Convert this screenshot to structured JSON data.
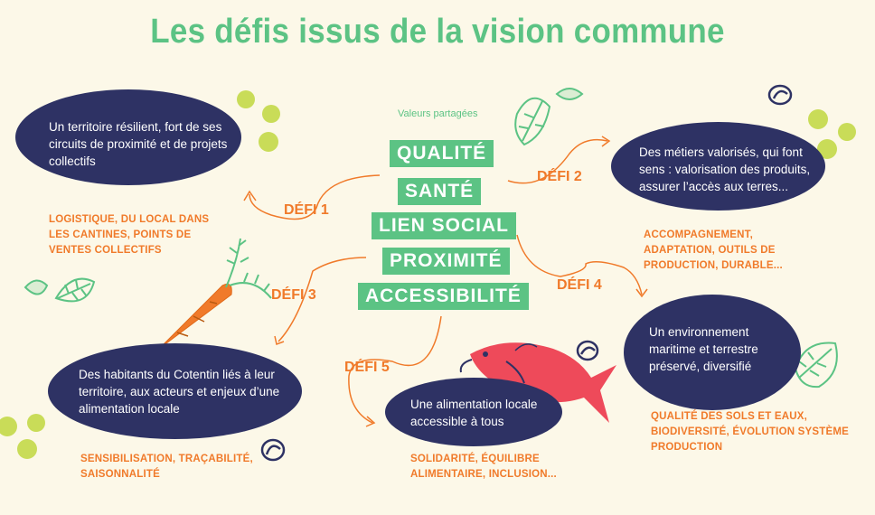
{
  "title": "Les défis issus de la vision commune",
  "values_heading": "Valeurs partagées",
  "values": [
    "QUALITÉ",
    "SANTÉ",
    "LIEN SOCIAL",
    "PROXIMITÉ",
    "ACCESSIBILITÉ"
  ],
  "defis": [
    {
      "label": "DÉFI 1",
      "text": "Un territoire résilient, fort de ses circuits de proximité et de projets collectifs",
      "caption": "LOGISTIQUE, DU LOCAL DANS LES CANTINES, POINTS DE VENTES COLLECTIFS"
    },
    {
      "label": "DÉFI 2",
      "text": "Des métiers valorisés, qui font sens : valorisation des produits, assurer l’accès aux terres...",
      "caption": "ACCOMPAGNEMENT, ADAPTATION, OUTILS DE PRODUCTION, DURABLE..."
    },
    {
      "label": "DÉFI 3",
      "text": "Des habitants du Cotentin liés à leur territoire, aux acteurs et enjeux d’une alimentation locale",
      "caption": "SENSIBILISATION, TRAÇABILITÉ, SAISONNALITÉ"
    },
    {
      "label": "DÉFI 4",
      "text": "Un environnement maritime et terrestre préservé, diversifié",
      "caption": "QUALITÉ DES SOLS ET EAUX, BIODIVERSITÉ, ÉVOLUTION SYSTÈME PRODUCTION"
    },
    {
      "label": "DÉFI 5",
      "text": "Une alimentation locale accessible à tous",
      "caption": "SOLIDARITÉ, ÉQUILIBRE ALIMENTAIRE, INCLUSION..."
    }
  ],
  "colors": {
    "background": "#fcf8e8",
    "green": "#5cc384",
    "navy": "#2e3264",
    "orange": "#f07a2a",
    "lime": "#c9dc58",
    "red": "#ee4a5a"
  }
}
